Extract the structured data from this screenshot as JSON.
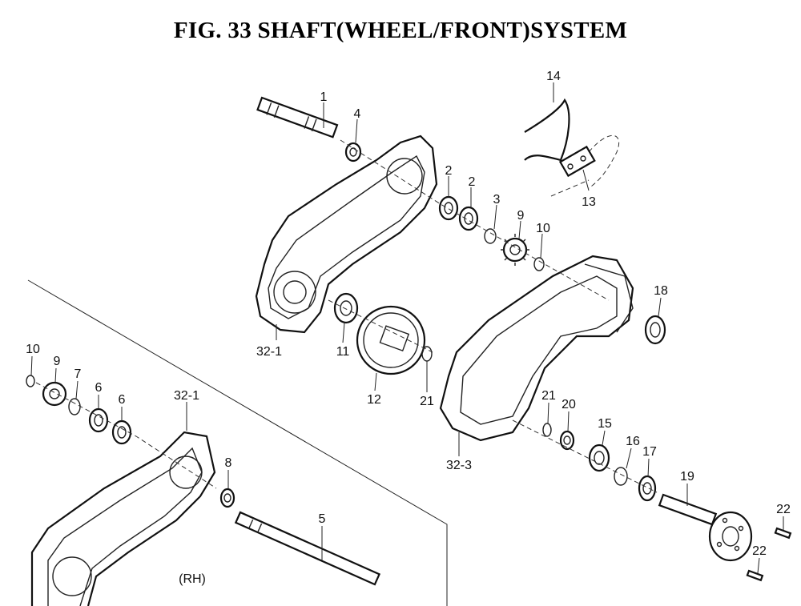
{
  "title": "FIG. 33  SHAFT(WHEEL/FRONT)SYSTEM",
  "callouts": {
    "c1": "1",
    "c4": "4",
    "c14": "14",
    "c2a": "2",
    "c2b": "2",
    "c3": "3",
    "c9a": "9",
    "c10a": "10",
    "c13": "13",
    "c18": "18",
    "c32_1a": "32-1",
    "c11": "11",
    "c12": "12",
    "c21a": "21",
    "c10b": "10",
    "c9b": "9",
    "c7": "7",
    "c6a": "6",
    "c6b": "6",
    "c32_1b": "32-1",
    "c8": "8",
    "c5": "5",
    "c21b": "21",
    "c20": "20",
    "c15": "15",
    "c16": "16",
    "c17": "17",
    "c19": "19",
    "c22a": "22",
    "c22b": "22",
    "c32_3": "32-3"
  },
  "rh_label": "(RH)"
}
